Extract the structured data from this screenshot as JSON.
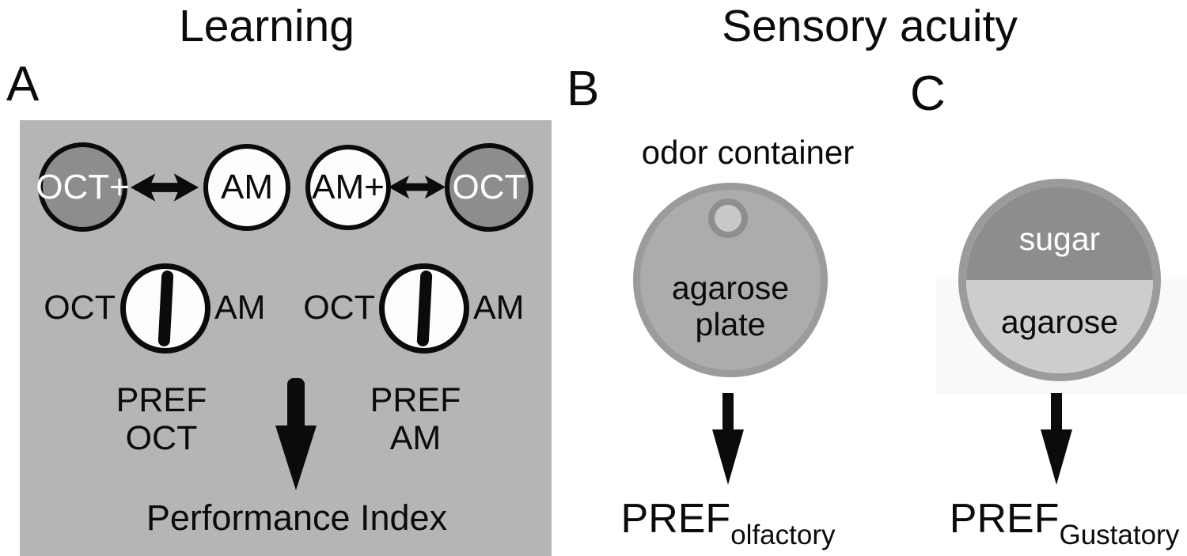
{
  "titles": {
    "learning": "Learning",
    "sensory": "Sensory acuity"
  },
  "panels": {
    "a": {
      "label": "A",
      "train": [
        {
          "label": "OCT+",
          "variant": "dark"
        },
        {
          "label": "AM",
          "variant": "light"
        },
        {
          "label": "AM+",
          "variant": "light"
        },
        {
          "label": "OCT",
          "variant": "dark"
        }
      ],
      "test": [
        {
          "left": "OCT",
          "right": "AM"
        },
        {
          "left": "OCT",
          "right": "AM"
        }
      ],
      "pref_left": {
        "line1": "PREF",
        "line2": "OCT"
      },
      "pref_right": {
        "line1": "PREF",
        "line2": "AM"
      },
      "result": "Performance Index"
    },
    "b": {
      "label": "B",
      "caption": "odor container",
      "plate": {
        "line1": "agarose",
        "line2": "plate"
      },
      "result": {
        "base": "PREF",
        "subscript": "olfactory"
      }
    },
    "c": {
      "label": "C",
      "plate": {
        "top": "sugar",
        "bottom": "agarose"
      },
      "result": {
        "base": "PREF",
        "subscript": "Gustatory"
      }
    }
  },
  "icons": {
    "training_arrow": "double-headed-horizontal-arrow",
    "performance_arrow": "down-arrow",
    "olfactory_arrow": "down-arrow",
    "gustatory_arrow": "down-arrow"
  },
  "colors": {
    "panel_bg": "#b5b5b5",
    "dark_circle": "#8d8d8d",
    "light_circle": "#fdfdfd",
    "ink": "#0b0b0b",
    "plate_fill": "#acacac",
    "plate_ring": "#9b9b9b",
    "odor_ring": "#8e8e8e",
    "odor_fill": "#c9c9c9",
    "sugar_fill": "#8d8d8d",
    "agarose_fill": "#cdcdcd",
    "band": "#faf8f8",
    "white_text": "#ffffff"
  }
}
